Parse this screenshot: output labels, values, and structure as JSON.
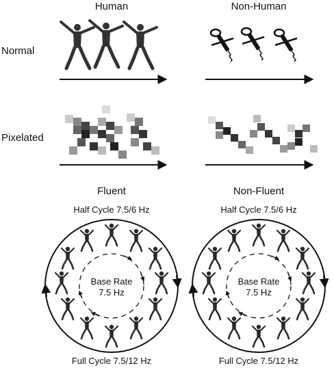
{
  "columns": {
    "left": "Human",
    "right": "Non-Human"
  },
  "rows": {
    "normal": "Normal",
    "pixelated": "Pixelated"
  },
  "fluency": {
    "left": "Fluent",
    "right": "Non-Fluent"
  },
  "cycle": {
    "half": "Half Cycle 7.5/6 Hz",
    "base_line1": "Base Rate",
    "base_line2": "7.5 Hz",
    "full": "Full Cycle 7.5/12 Hz"
  },
  "colors": {
    "ink": "#111111",
    "figure": "#2a2a2a"
  }
}
